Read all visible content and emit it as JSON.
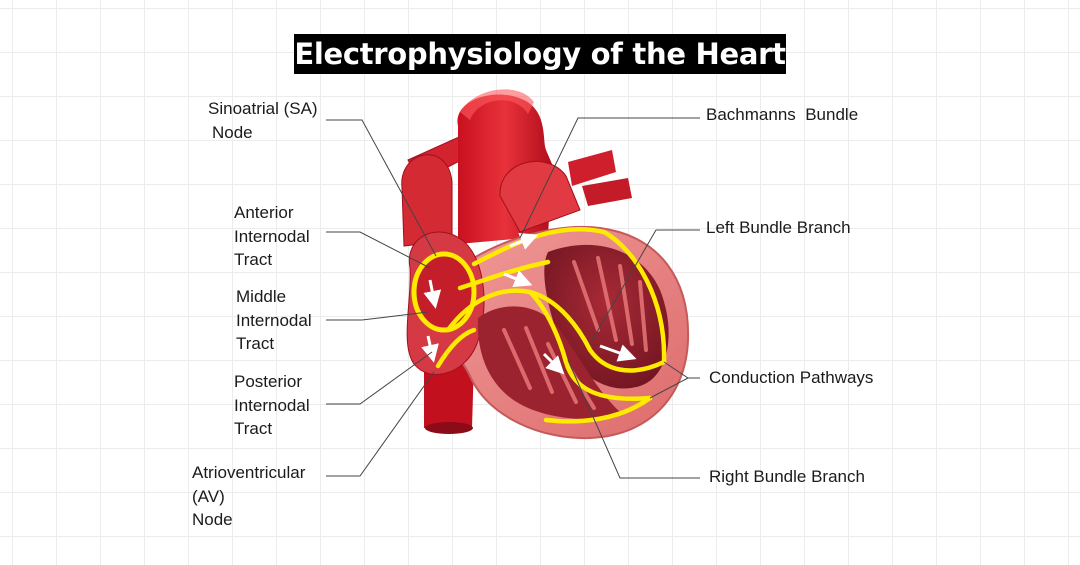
{
  "title": "Electrophysiology of the Heart",
  "labels": {
    "sa_node": [
      "Sinoatrial (SA)",
      "Node"
    ],
    "anterior_tract": [
      "Anterior",
      "Internodal",
      "Tract"
    ],
    "middle_tract": [
      "Middle",
      "Internodal",
      "Tract"
    ],
    "posterior_tract": [
      "Posterior",
      "Internodal",
      "Tract"
    ],
    "av_node": [
      "Atrioventricular",
      "(AV)",
      "Node"
    ],
    "bachmanns_bundle": "Bachmanns  Bundle",
    "left_bundle_branch": "Left Bundle Branch",
    "conduction_pathways": "Conduction Pathways",
    "right_bundle_branch": "Right Bundle Branch"
  },
  "colors": {
    "muscle_light": "#e87e7e",
    "muscle_dark": "#8f1a28",
    "vessel_red": "#d91e2a",
    "conduction_yellow": "#ffea00",
    "arrow_white": "#ffffff",
    "title_bg": "#000000"
  }
}
